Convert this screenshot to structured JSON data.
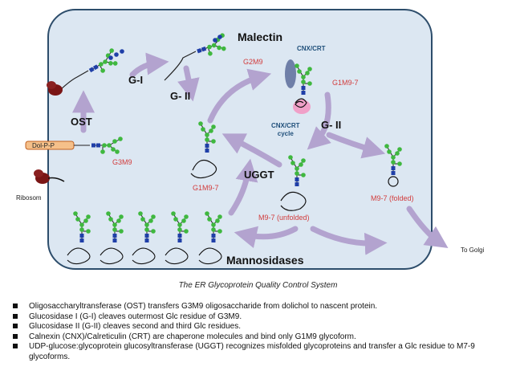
{
  "labels": {
    "malectin": "Malectin",
    "cnx_crt": "CNX/CRT",
    "g2m9": "G2M9",
    "g1m9_7_right": "G1M9-7",
    "gi": "G-I",
    "gii_left": "G- II",
    "gii_right": "G- II",
    "ost": "OST",
    "dol": "Dol-P-P",
    "g3m9": "G3M9",
    "cycle": "CNX/CRT\ncycle",
    "g1m9_7_left": "G1M9-7",
    "uggt": "UGGT",
    "m9_unfolded": "M9-7 (unfolded)",
    "m9_folded": "M9-7 (folded)",
    "ribosom": "Ribosom",
    "mannosidases": "Mannosidases",
    "to_golgi": "To Golgi"
  },
  "caption": "The ER Glycoprotein Quality Control System",
  "bullets": [
    "Oligosaccharyltransferase (OST) transfers G3M9 oligosaccharide from dolichol to nascent protein.",
    "Glucosidase I (G-I) cleaves outermost Glc residue of G3M9.",
    "Glucosidase II (G-II) cleaves second and third Glc residues.",
    "Calnexin (CNX)/Calreticulin (CRT) are chaperone molecules and bind only G1M9 glycoform.",
    "UDP-glucose:glycoprotein glucosyltransferase (UGGT) recognizes misfolded glycoproteins and transfer a Glc residue to M7-9 glycoforms."
  ],
  "colors": {
    "er_fill": "#dce7f2",
    "er_stroke": "#2d4d6b",
    "arrow": "#b3a3cf",
    "glucose": "#1f3fa8",
    "mannose": "#3fb83f",
    "glcnac": "#1f3fa8",
    "ribosome": "#7a1515",
    "cnx": "#6f7fa8",
    "crt": "#f0a0c8",
    "red_label": "#d23b3b"
  }
}
